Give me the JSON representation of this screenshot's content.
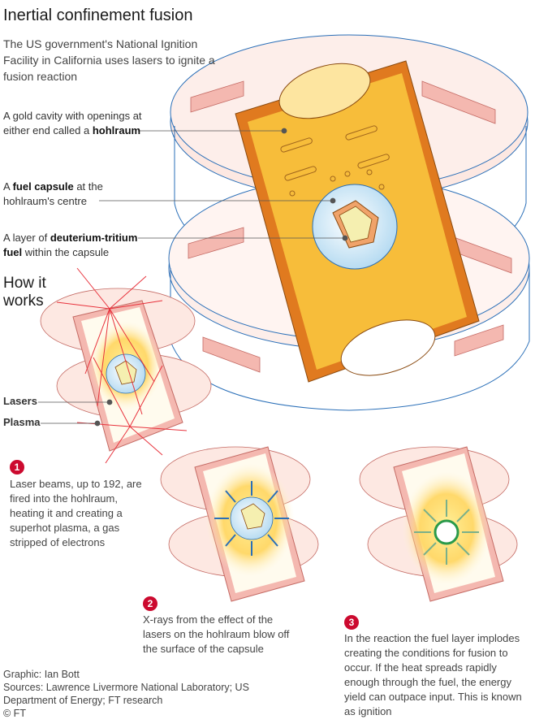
{
  "header": {
    "title": "Inertial confinement fusion",
    "subtitle": "The US government's National Ignition Facility in California uses lasers to ignite a fusion reaction"
  },
  "callouts": {
    "hohlraum": {
      "pre": "A gold cavity with openings at either end called a ",
      "bold": "hohlraum"
    },
    "capsule": {
      "pre": "A ",
      "bold": "fuel capsule",
      "post": " at the hohlraum's centre"
    },
    "fuel": {
      "pre": "A layer of ",
      "bold": "deuterium-tritium fuel",
      "post": " within the capsule"
    }
  },
  "how": {
    "heading": "How it works"
  },
  "labels": {
    "lasers": "Lasers",
    "plasma": "Plasma"
  },
  "steps": [
    {
      "number": "1",
      "text": "Laser beams, up to 192, are fired into the hohlraum, heating it and creating a superhot plasma, a gas stripped of electrons"
    },
    {
      "number": "2",
      "text": "X-rays from the effect of the lasers on the hohlraum blow off the surface of the capsule"
    },
    {
      "number": "3",
      "text": "In the reaction the fuel layer implodes creating the conditions for fusion to occur. If the heat spreads rapidly enough through the fuel, the energy yield can outpace input. This is known as ignition"
    }
  ],
  "credits": {
    "graphic": "Graphic: Ian Bott",
    "sources": "Sources: Lawrence Livermore National Laboratory; US Department of Energy; FT research",
    "copyright": "© FT"
  },
  "colors": {
    "gold": "#f5b835",
    "gold_dark": "#e07a1f",
    "pink": "#f4b8b0",
    "pink_light": "#fde5df",
    "outline": "#2a6fb8",
    "laser": "#e8323c",
    "badge": "#cc0a2f"
  }
}
